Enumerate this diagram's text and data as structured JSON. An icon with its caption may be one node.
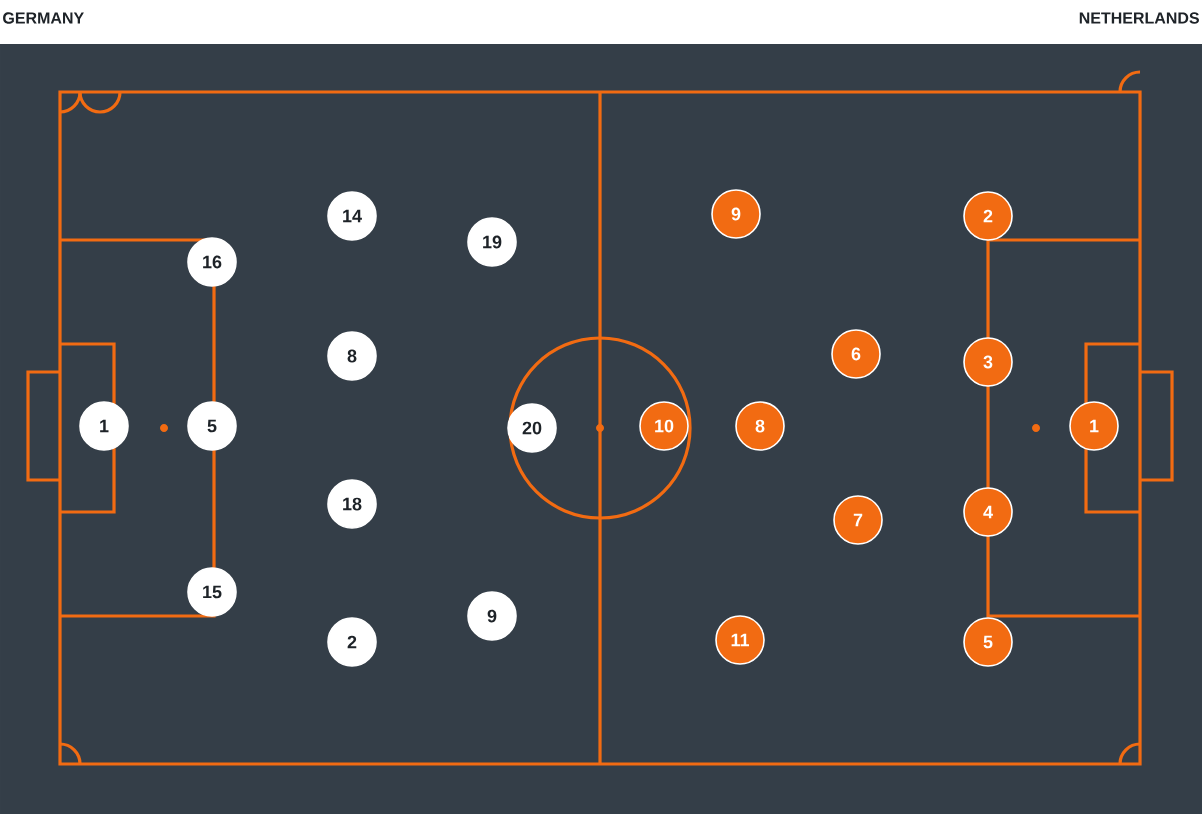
{
  "diagram": {
    "nodes": [
      {
        "text": [
          "1"
        ]
      },
      {
        "text": [
          "16"
        ]
      },
      {
        "text": [
          "5"
        ]
      },
      {
        "text": [
          "15"
        ]
      },
      {
        "text": [
          "14"
        ]
      },
      {
        "text": [
          "8"
        ]
      },
      {
        "text": [
          "18"
        ]
      },
      {
        "text": [
          "2"
        ]
      },
      {
        "text": [
          "19"
        ]
      },
      {
        "text": [
          "9"
        ]
      },
      {
        "text": [
          "20"
        ]
      },
      {
        "text": [
          "9"
        ]
      },
      {
        "text": [
          "10"
        ]
      },
      {
        "text": [
          "8"
        ]
      },
      {
        "text": [
          "11"
        ]
      },
      {
        "text": [
          "6"
        ]
      },
      {
        "text": [
          "7"
        ]
      },
      {
        "text": [
          "2"
        ]
      },
      {
        "text": [
          "3"
        ]
      },
      {
        "text": [
          "4"
        ]
      },
      {
        "text": [
          "5"
        ]
      },
      {
        "text": [
          "1"
        ]
      }
    ],
    "labels": [
      "GERMANY",
      "NETHERLANDS"
    ]
  }
}
